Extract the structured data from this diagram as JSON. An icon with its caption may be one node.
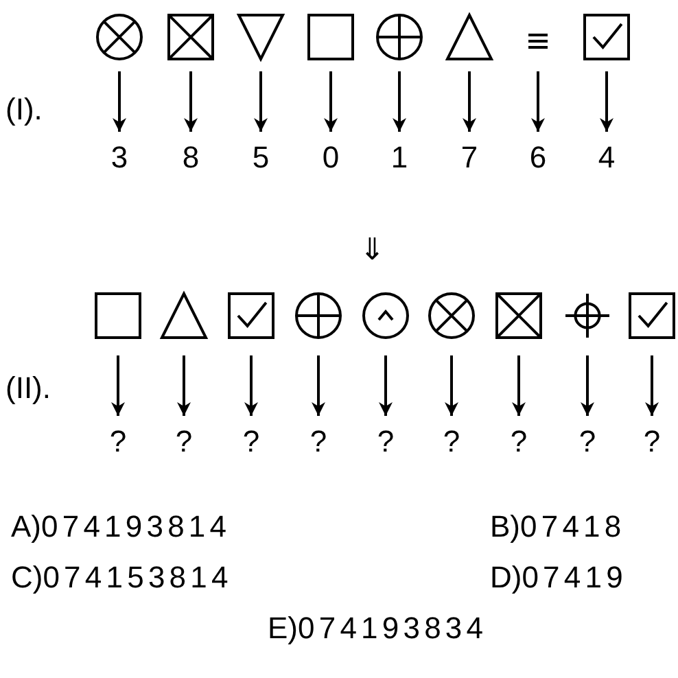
{
  "diagram": {
    "nodes": [
      {
        "text": [],
        "shape": "xcircle"
      },
      {
        "text": [],
        "shape": "xbox"
      },
      {
        "text": [],
        "shape": "invtriangle"
      },
      {
        "text": [],
        "shape": "box"
      },
      {
        "text": [],
        "shape": "pluscircle"
      },
      {
        "text": [],
        "shape": "triangle"
      },
      {
        "text": [],
        "shape": "lines"
      },
      {
        "text": [],
        "shape": "checkbox"
      },
      {
        "text": [
          "3"
        ]
      },
      {
        "text": [
          "8"
        ]
      },
      {
        "text": [
          "5"
        ]
      },
      {
        "text": [
          "0"
        ]
      },
      {
        "text": [
          "1"
        ]
      },
      {
        "text": [
          "7"
        ]
      },
      {
        "text": [
          "6"
        ]
      },
      {
        "text": [
          "4"
        ]
      },
      {
        "text": [],
        "shape": "box"
      },
      {
        "text": [],
        "shape": "triangle"
      },
      {
        "text": [],
        "shape": "checkbox"
      },
      {
        "text": [],
        "shape": "pluscircle"
      },
      {
        "text": [],
        "shape": "caretcircle"
      },
      {
        "text": [],
        "shape": "xcircle"
      },
      {
        "text": [],
        "shape": "xbox"
      },
      {
        "text": [],
        "shape": "crosshair"
      },
      {
        "text": [],
        "shape": "checkbox"
      },
      {
        "text": [
          "?"
        ]
      },
      {
        "text": [
          "?"
        ]
      },
      {
        "text": [
          "?"
        ]
      },
      {
        "text": [
          "?"
        ]
      },
      {
        "text": [
          "?"
        ]
      },
      {
        "text": [
          "?"
        ]
      },
      {
        "text": [
          "?"
        ]
      },
      {
        "text": [
          "?"
        ]
      },
      {
        "text": [
          "?"
        ]
      }
    ],
    "edges": [
      {
        "from": 0,
        "to": 8,
        "arrow": "to"
      },
      {
        "from": 1,
        "to": 9,
        "arrow": "to"
      },
      {
        "from": 2,
        "to": 10,
        "arrow": "to"
      },
      {
        "from": 3,
        "to": 11,
        "arrow": "to"
      },
      {
        "from": 4,
        "to": 12,
        "arrow": "to"
      },
      {
        "from": 5,
        "to": 13,
        "arrow": "to"
      },
      {
        "from": 6,
        "to": 14,
        "arrow": "to"
      },
      {
        "from": 7,
        "to": 15,
        "arrow": "to"
      },
      {
        "from": 16,
        "to": 25,
        "arrow": "to"
      },
      {
        "from": 17,
        "to": 26,
        "arrow": "to"
      },
      {
        "from": 18,
        "to": 27,
        "arrow": "to"
      },
      {
        "from": 19,
        "to": 28,
        "arrow": "to"
      },
      {
        "from": 20,
        "to": 29,
        "arrow": "to"
      },
      {
        "from": 21,
        "to": 30,
        "arrow": "to"
      },
      {
        "from": 22,
        "to": 31,
        "arrow": "to"
      },
      {
        "from": 23,
        "to": 32,
        "arrow": "to"
      },
      {
        "from": 24,
        "to": 33,
        "arrow": "to"
      }
    ],
    "labels": [
      "(I).",
      "⇓",
      "(II).",
      "A)0 7 4 1 9 3 8 1 4",
      "B)0 7 4 1 8",
      "C)0 7 4 1 5 3 8 1 4",
      "D)0 7 4 1 9",
      "E)0 7 4 1 9 3 8 3 4"
    ]
  }
}
